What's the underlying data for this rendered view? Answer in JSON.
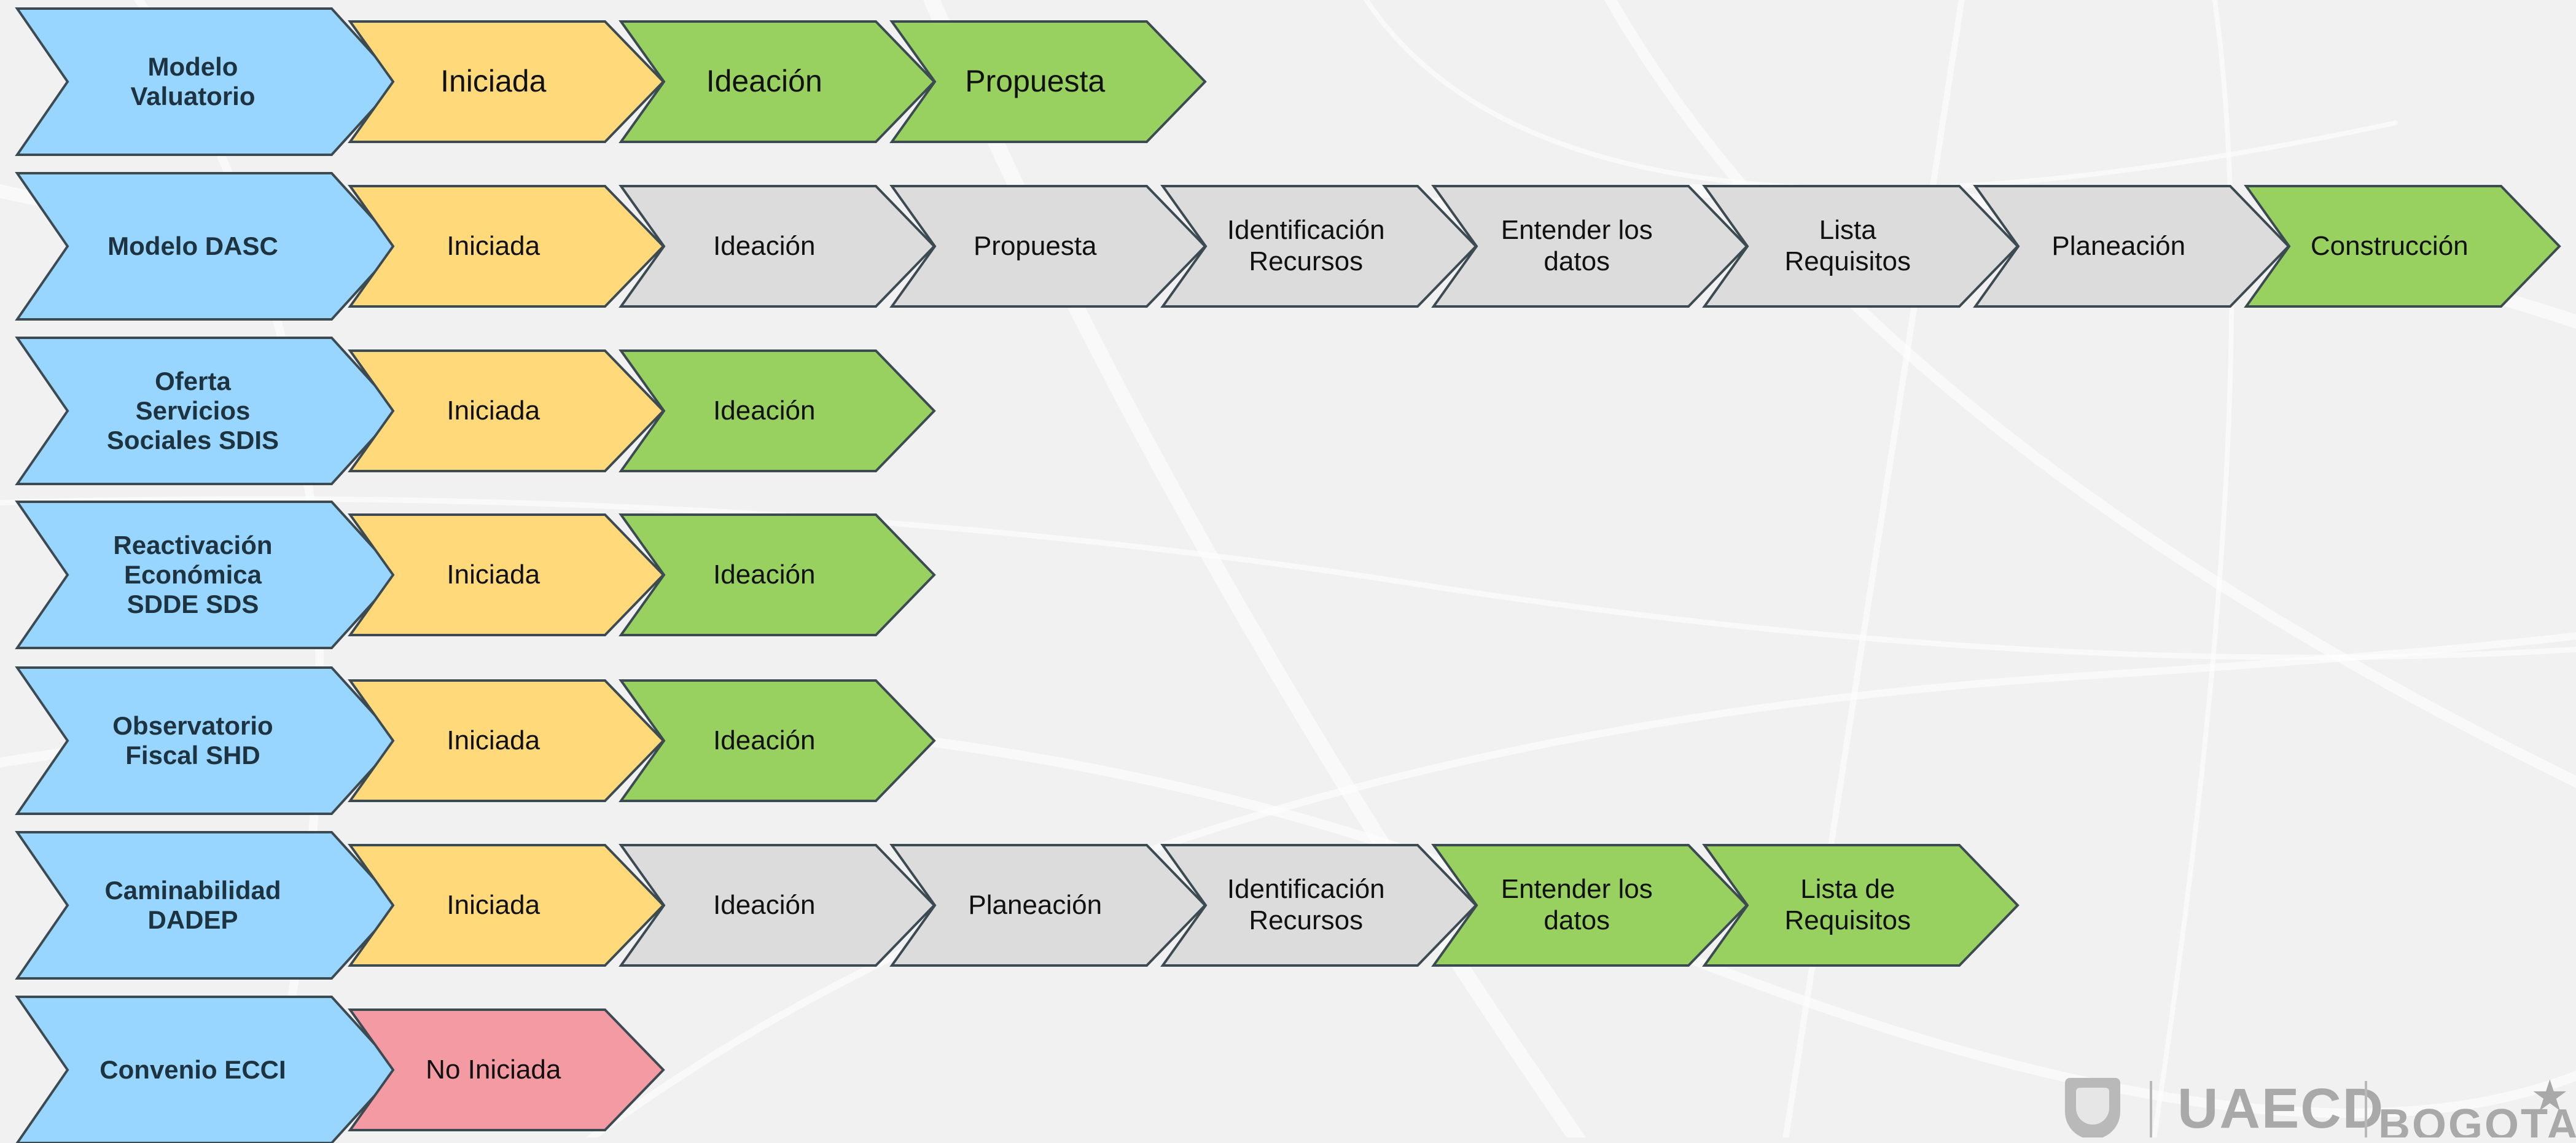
{
  "colors": {
    "row_head": "#99d6ff",
    "iniciada": "#ffd97a",
    "active": "#98d15f",
    "pending": "#dcdcdc",
    "no_iniciada": "#f49aa3"
  },
  "rows": [
    {
      "head": "Modelo\nValuatorio",
      "steps": [
        {
          "label": "Iniciada",
          "status": "iniciada"
        },
        {
          "label": "Ideación",
          "status": "active"
        },
        {
          "label": "Propuesta",
          "status": "active"
        }
      ]
    },
    {
      "head": "Modelo DASC",
      "steps": [
        {
          "label": "Iniciada",
          "status": "iniciada"
        },
        {
          "label": "Ideación",
          "status": "pending"
        },
        {
          "label": "Propuesta",
          "status": "pending"
        },
        {
          "label": "Identificación\nRecursos",
          "status": "pending"
        },
        {
          "label": "Entender los\ndatos",
          "status": "pending"
        },
        {
          "label": "Lista\nRequisitos",
          "status": "pending"
        },
        {
          "label": "Planeación",
          "status": "pending"
        },
        {
          "label": "Construcción",
          "status": "active"
        }
      ]
    },
    {
      "head": "Oferta\nServicios\nSociales SDIS",
      "steps": [
        {
          "label": "Iniciada",
          "status": "iniciada"
        },
        {
          "label": "Ideación",
          "status": "active"
        }
      ]
    },
    {
      "head": "Reactivación\nEconómica\nSDDE SDS",
      "steps": [
        {
          "label": "Iniciada",
          "status": "iniciada"
        },
        {
          "label": "Ideación",
          "status": "active"
        }
      ]
    },
    {
      "head": "Observatorio\nFiscal SHD",
      "steps": [
        {
          "label": "Iniciada",
          "status": "iniciada"
        },
        {
          "label": "Ideación",
          "status": "active"
        }
      ]
    },
    {
      "head": "Caminabilidad\nDADEP",
      "steps": [
        {
          "label": "Iniciada",
          "status": "iniciada"
        },
        {
          "label": "Ideación",
          "status": "pending"
        },
        {
          "label": "Planeación",
          "status": "pending"
        },
        {
          "label": "Identificación\nRecursos",
          "status": "pending"
        },
        {
          "label": "Entender los\ndatos",
          "status": "active"
        },
        {
          "label": "Lista de\nRequisitos",
          "status": "active"
        }
      ]
    },
    {
      "head": "Convenio ECCI",
      "steps": [
        {
          "label": "No Iniciada",
          "status": "no_iniciada"
        }
      ]
    }
  ],
  "logos": {
    "org_text": "UAECD",
    "city_text": "BOGOTA"
  }
}
